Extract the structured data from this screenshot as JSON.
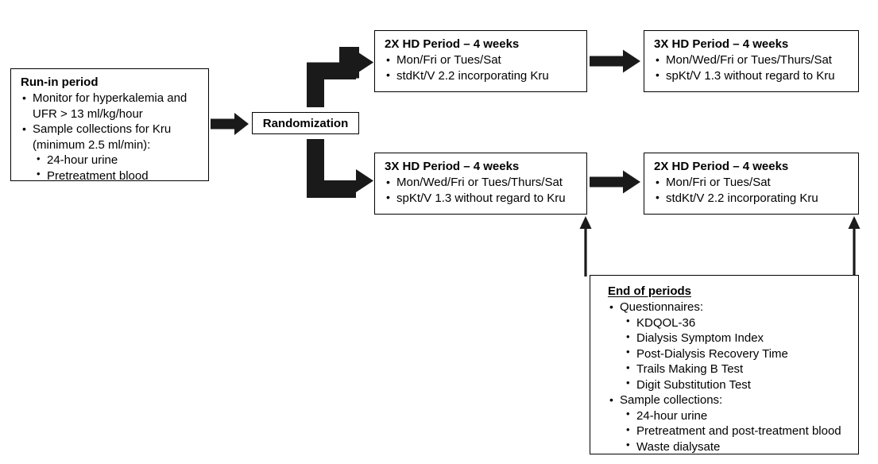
{
  "diagram": {
    "title": "Crossover hemodialysis study design flowchart",
    "line_color": "#1a1a1a",
    "box_border_color": "#000000",
    "background": "#ffffff"
  },
  "run_in": {
    "title": "Run-in period",
    "items": [
      "Monitor for hyperkalemia and",
      "UFR > 13 ml/kg/hour",
      "Sample collections for Kru",
      "(minimum 2.5 ml/min):"
    ],
    "bullet1_line1": "Monitor for hyperkalemia and",
    "bullet1_line2": "UFR > 13 ml/kg/hour",
    "bullet2_line1": "Sample collections for Kru",
    "bullet2_line2": "(minimum 2.5 ml/min):",
    "subitems": [
      "24-hour urine",
      "Pretreatment blood"
    ]
  },
  "randomization": {
    "label": "Randomization"
  },
  "arm_a_period1": {
    "title": "2X HD Period – 4 weeks",
    "items": [
      "Mon/Fri or Tues/Sat",
      "stdKt/V 2.2 incorporating Kru"
    ]
  },
  "arm_a_period2": {
    "title": "3X HD Period – 4 weeks",
    "items": [
      "Mon/Wed/Fri or Tues/Thurs/Sat",
      "spKt/V 1.3 without regard to Kru"
    ]
  },
  "arm_b_period1": {
    "title": "3X HD Period – 4 weeks",
    "items": [
      "Mon/Wed/Fri or Tues/Thurs/Sat",
      "spKt/V 1.3 without regard to Kru"
    ]
  },
  "arm_b_period2": {
    "title": "2X HD Period – 4 weeks",
    "items": [
      "Mon/Fri or Tues/Sat",
      "stdKt/V 2.2 incorporating Kru"
    ]
  },
  "end_of_periods": {
    "title": "End of periods",
    "group1_label": "Questionnaires:",
    "group1_items": [
      "KDQOL-36",
      "Dialysis Symptom Index",
      "Post-Dialysis Recovery Time",
      "Trails Making B Test",
      "Digit Substitution Test"
    ],
    "group2_label": "Sample collections:",
    "group2_items": [
      "24-hour urine",
      "Pretreatment and post-treatment blood",
      "Waste dialysate"
    ]
  },
  "connectors": [
    {
      "name": "run-in-to-randomization",
      "type": "block-arrow-right"
    },
    {
      "name": "randomization-to-arm-a",
      "type": "elbow-arrow-up-right"
    },
    {
      "name": "randomization-to-arm-b",
      "type": "elbow-arrow-down-right"
    },
    {
      "name": "arm-a-period1-to-period2",
      "type": "block-arrow-right"
    },
    {
      "name": "arm-b-period1-to-period2",
      "type": "block-arrow-right"
    },
    {
      "name": "end-of-periods-to-arm-b-period1",
      "type": "thin-arrow-up"
    },
    {
      "name": "end-of-periods-to-arm-b-period2",
      "type": "thin-arrow-up"
    }
  ]
}
